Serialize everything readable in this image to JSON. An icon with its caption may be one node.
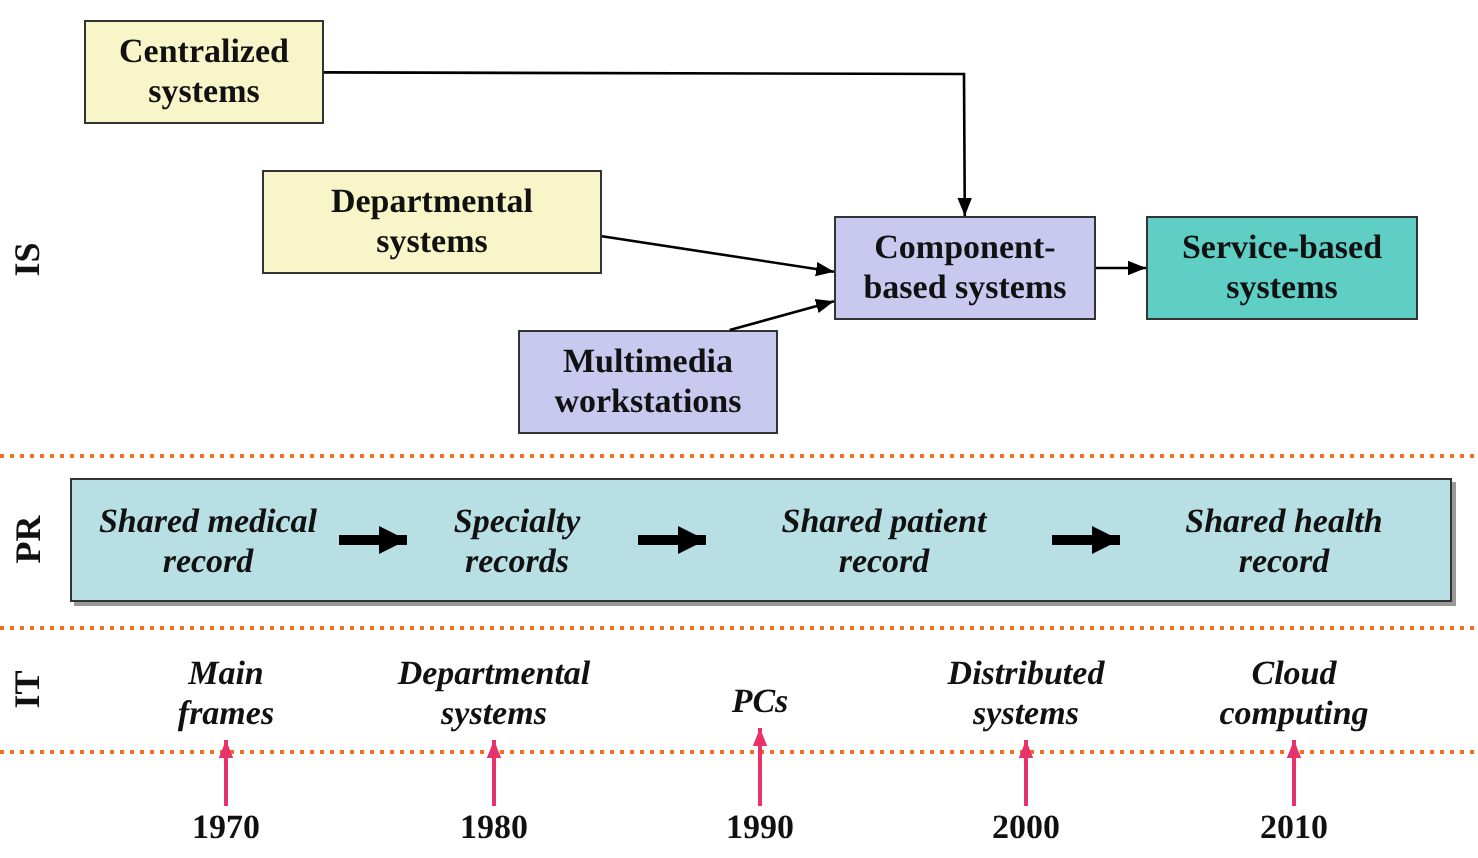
{
  "diagram": {
    "nodes": [
      {
        "text": [
          "Centralized systems"
        ]
      },
      {
        "text": [
          "Departmental systems"
        ]
      },
      {
        "text": [
          "Component-based systems"
        ]
      },
      {
        "text": [
          "Service-based systems"
        ]
      },
      {
        "text": [
          "Multimedia workstations"
        ]
      },
      {
        "text": [],
        "shape": "band"
      },
      {
        "text": [
          "Shared medical record"
        ],
        "in": 5
      },
      {
        "text": [
          "Specialty records"
        ],
        "in": 5
      },
      {
        "text": [
          "Shared patient record"
        ],
        "in": 5
      },
      {
        "text": [
          "Shared health record"
        ],
        "in": 5
      },
      {
        "text": [
          "Main frames"
        ]
      },
      {
        "text": [
          "Departmental systems"
        ]
      },
      {
        "text": [
          "PCs"
        ]
      },
      {
        "text": [
          "Distributed systems"
        ]
      },
      {
        "text": [
          "Cloud computing"
        ]
      },
      {
        "text": [
          "1970"
        ]
      },
      {
        "text": [
          "1980"
        ]
      },
      {
        "text": [
          "1990"
        ]
      },
      {
        "text": [
          "2000"
        ]
      },
      {
        "text": [
          "2010"
        ]
      }
    ],
    "edges": [
      {
        "from": 0,
        "to": 2,
        "arrow": "to"
      },
      {
        "from": 1,
        "to": 2,
        "arrow": "to"
      },
      {
        "from": 4,
        "to": 2,
        "arrow": "to"
      },
      {
        "from": 2,
        "to": 3,
        "arrow": "to"
      },
      {
        "from": 6,
        "to": 7,
        "arrow": "to",
        "style": "thick"
      },
      {
        "from": 7,
        "to": 8,
        "arrow": "to",
        "style": "thick"
      },
      {
        "from": 8,
        "to": 9,
        "arrow": "to",
        "style": "thick"
      },
      {
        "from": 15,
        "to": 10,
        "arrow": "to",
        "color": "#e8336a"
      },
      {
        "from": 16,
        "to": 11,
        "arrow": "to",
        "color": "#e8336a"
      },
      {
        "from": 17,
        "to": 12,
        "arrow": "to",
        "color": "#e8336a"
      },
      {
        "from": 18,
        "to": 13,
        "arrow": "to",
        "color": "#e8336a"
      },
      {
        "from": 19,
        "to": 14,
        "arrow": "to",
        "color": "#e8336a"
      }
    ],
    "labels": [
      "IS",
      "PR",
      "IT"
    ]
  }
}
